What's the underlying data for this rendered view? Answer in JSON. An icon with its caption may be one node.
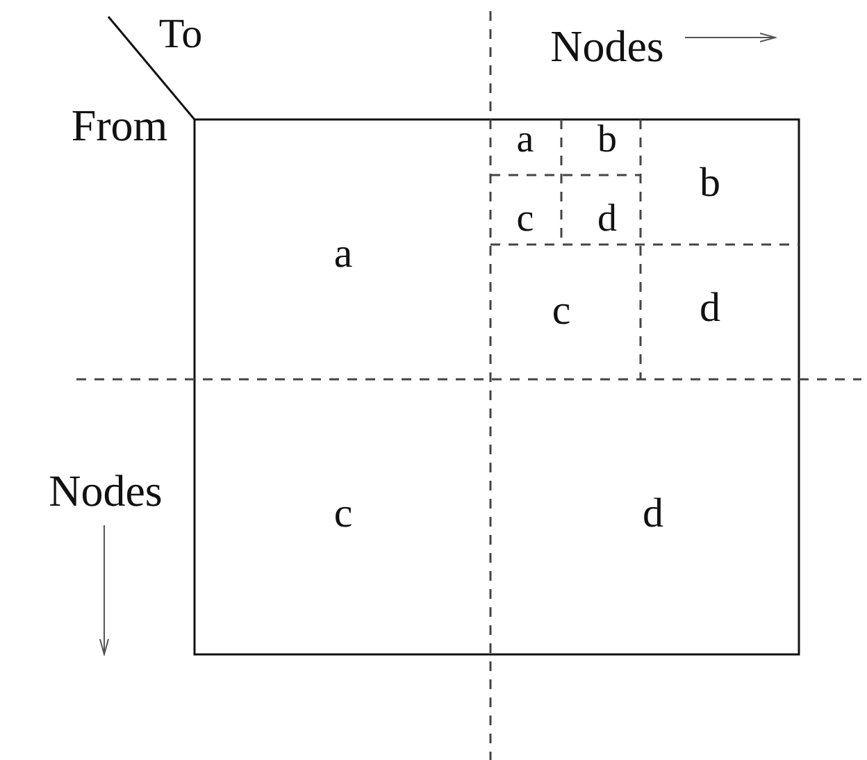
{
  "diagram": {
    "labels": [
      "To",
      "Nodes",
      "From",
      "a",
      "b",
      "b",
      "c",
      "d",
      "a",
      "c",
      "d",
      "Nodes",
      "c",
      "d"
    ]
  }
}
